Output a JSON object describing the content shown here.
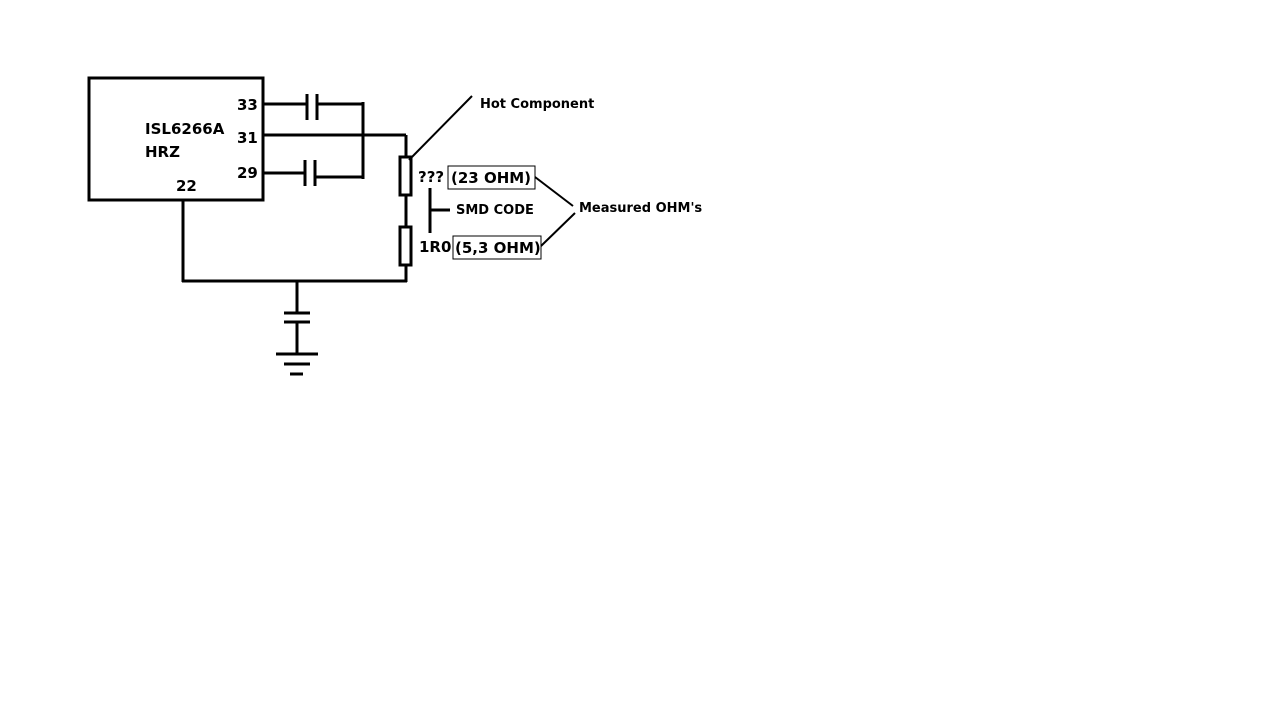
{
  "ic": {
    "name_line1": "ISL6266A",
    "name_line2": "HRZ",
    "pins": {
      "p33": "33",
      "p31": "31",
      "p29": "29",
      "p22": "22"
    }
  },
  "resistor_top": {
    "code": "???",
    "measured": "(23 OHM)"
  },
  "resistor_bottom": {
    "code": "1R0",
    "measured": "(5,3 OHM)"
  },
  "annotations": {
    "hot_component": "Hot Component",
    "smd_code": "SMD CODE",
    "measured_ohms": "Measured OHM's"
  }
}
